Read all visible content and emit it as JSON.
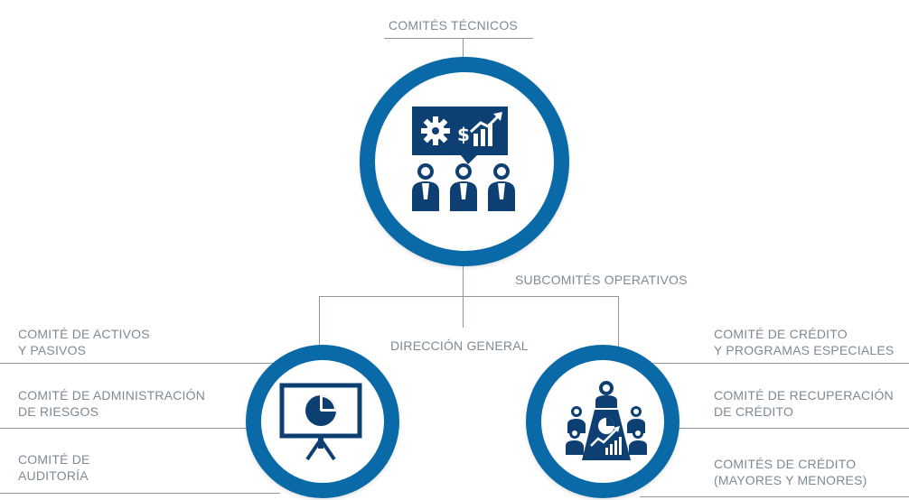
{
  "top": {
    "label": "COMITÉS TÉCNICOS",
    "icon": "committee-meeting-icon"
  },
  "middle": {
    "subcommittees_label": "SUBCOMITÉS OPERATIVOS",
    "direction_label": "DIRECCIÓN GENERAL"
  },
  "left": {
    "icon": "presentation-pie-chart-icon",
    "items": [
      {
        "line1": "COMITÉ DE ACTIVOS",
        "line2": "Y PASIVOS"
      },
      {
        "line1": "COMITÉ DE ADMINISTRACIÓN",
        "line2": "DE RIESGOS"
      },
      {
        "line1": "COMITÉ DE",
        "line2": "AUDITORÍA"
      }
    ]
  },
  "right": {
    "icon": "meeting-table-icon",
    "items": [
      {
        "line1": "COMITÉ DE CRÉDITO",
        "line2": "Y PROGRAMAS ESPECIALES"
      },
      {
        "line1": "COMITÉ DE RECUPERACIÓN",
        "line2": "DE CRÉDITO"
      },
      {
        "line1": "COMITÉS DE CRÉDITO",
        "line2": "(MAYORES Y MENORES)"
      }
    ]
  },
  "colors": {
    "ring": "#0a6aa8",
    "icon": "#0d3f73",
    "text": "#7d8a94",
    "line": "#8f979e"
  }
}
